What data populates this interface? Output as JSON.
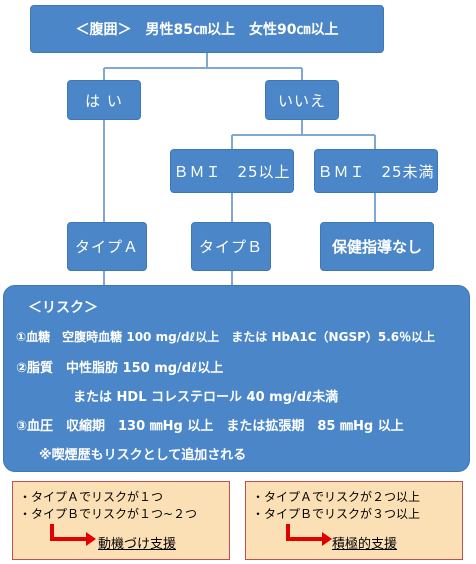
{
  "top": {
    "label": "＜腹囲＞　男性85㎝以上　女性90㎝以上"
  },
  "answers": {
    "yes": "は い",
    "no": "いいえ"
  },
  "bmi": {
    "over": "ＢＭＩ　25以上",
    "under": "ＢＭＩ　25未満"
  },
  "types": {
    "a": "タイプＡ",
    "b": "タイプＢ",
    "none": "保健指導なし"
  },
  "risk": {
    "heading": "＜リスク＞",
    "line1": "①血糖　空腹時血糖 100 mg/dℓ以上　または HbA1C（NGSP）5.6％以上",
    "line2": "②脂質　中性脂肪 150 mg/dℓ以上",
    "line3": "または HDL コレステロール 40 mg/dℓ未満",
    "line4": "③血圧　収縮期　130 ㎜Hg 以上　または拡張期　85 ㎜Hg 以上",
    "line5": "※喫煙歴もリスクとして追加される"
  },
  "support_left": {
    "line1": "・タイプＡでリスクが１つ",
    "line2": "・タイプＢでリスクが１つ~２つ",
    "label": "動機づけ支援"
  },
  "support_right": {
    "line1": "・タイプＡでリスクが２つ以上",
    "line2": "・タイプＢでリスクが３つ以上",
    "label": "積極的支援"
  },
  "colors": {
    "box": "#4a86c8",
    "connector": "#7fa8d4",
    "support_fill": "#fce0b5",
    "arrow": "#e00000"
  }
}
